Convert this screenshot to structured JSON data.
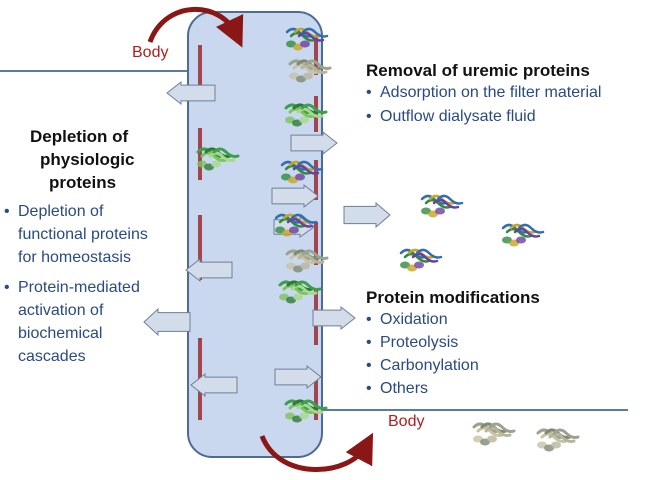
{
  "colors": {
    "column_fill": "#c9d8ee",
    "column_stroke": "#4d6b95",
    "membrane": "#a1454f",
    "arrow_fill": "#d3dcea",
    "arrow_stroke": "#6f7f94",
    "flow_arrow": "#8b1616",
    "line": "#5a7aa3",
    "heading_text": "#111111",
    "bullet_text": "#2a4a82",
    "body_label": "#b31d1d"
  },
  "body_top_label": "Body",
  "body_bottom_label": "Body",
  "removal": {
    "title": "Removal of uremic proteins",
    "bullets": [
      "Adsorption on the filter material",
      "Outflow dialysate fluid"
    ]
  },
  "depletion": {
    "title_lines": [
      "Depletion of",
      "physiologic",
      "proteins"
    ],
    "bullet1_lines": [
      "Depletion of",
      "functional proteins",
      "for homeostasis"
    ],
    "bullet2_lines": [
      "Protein-mediated",
      "activation of",
      "biochemical",
      "cascades"
    ]
  },
  "modifications": {
    "title": "Protein modifications",
    "bullets": [
      "Oxidation",
      "Proteolysis",
      "Carbonylation",
      "Others"
    ]
  },
  "icons": {
    "protein": "protein-ribbon-icon",
    "arrow": "block-arrow-icon",
    "flow": "curved-flow-arrow-icon"
  }
}
